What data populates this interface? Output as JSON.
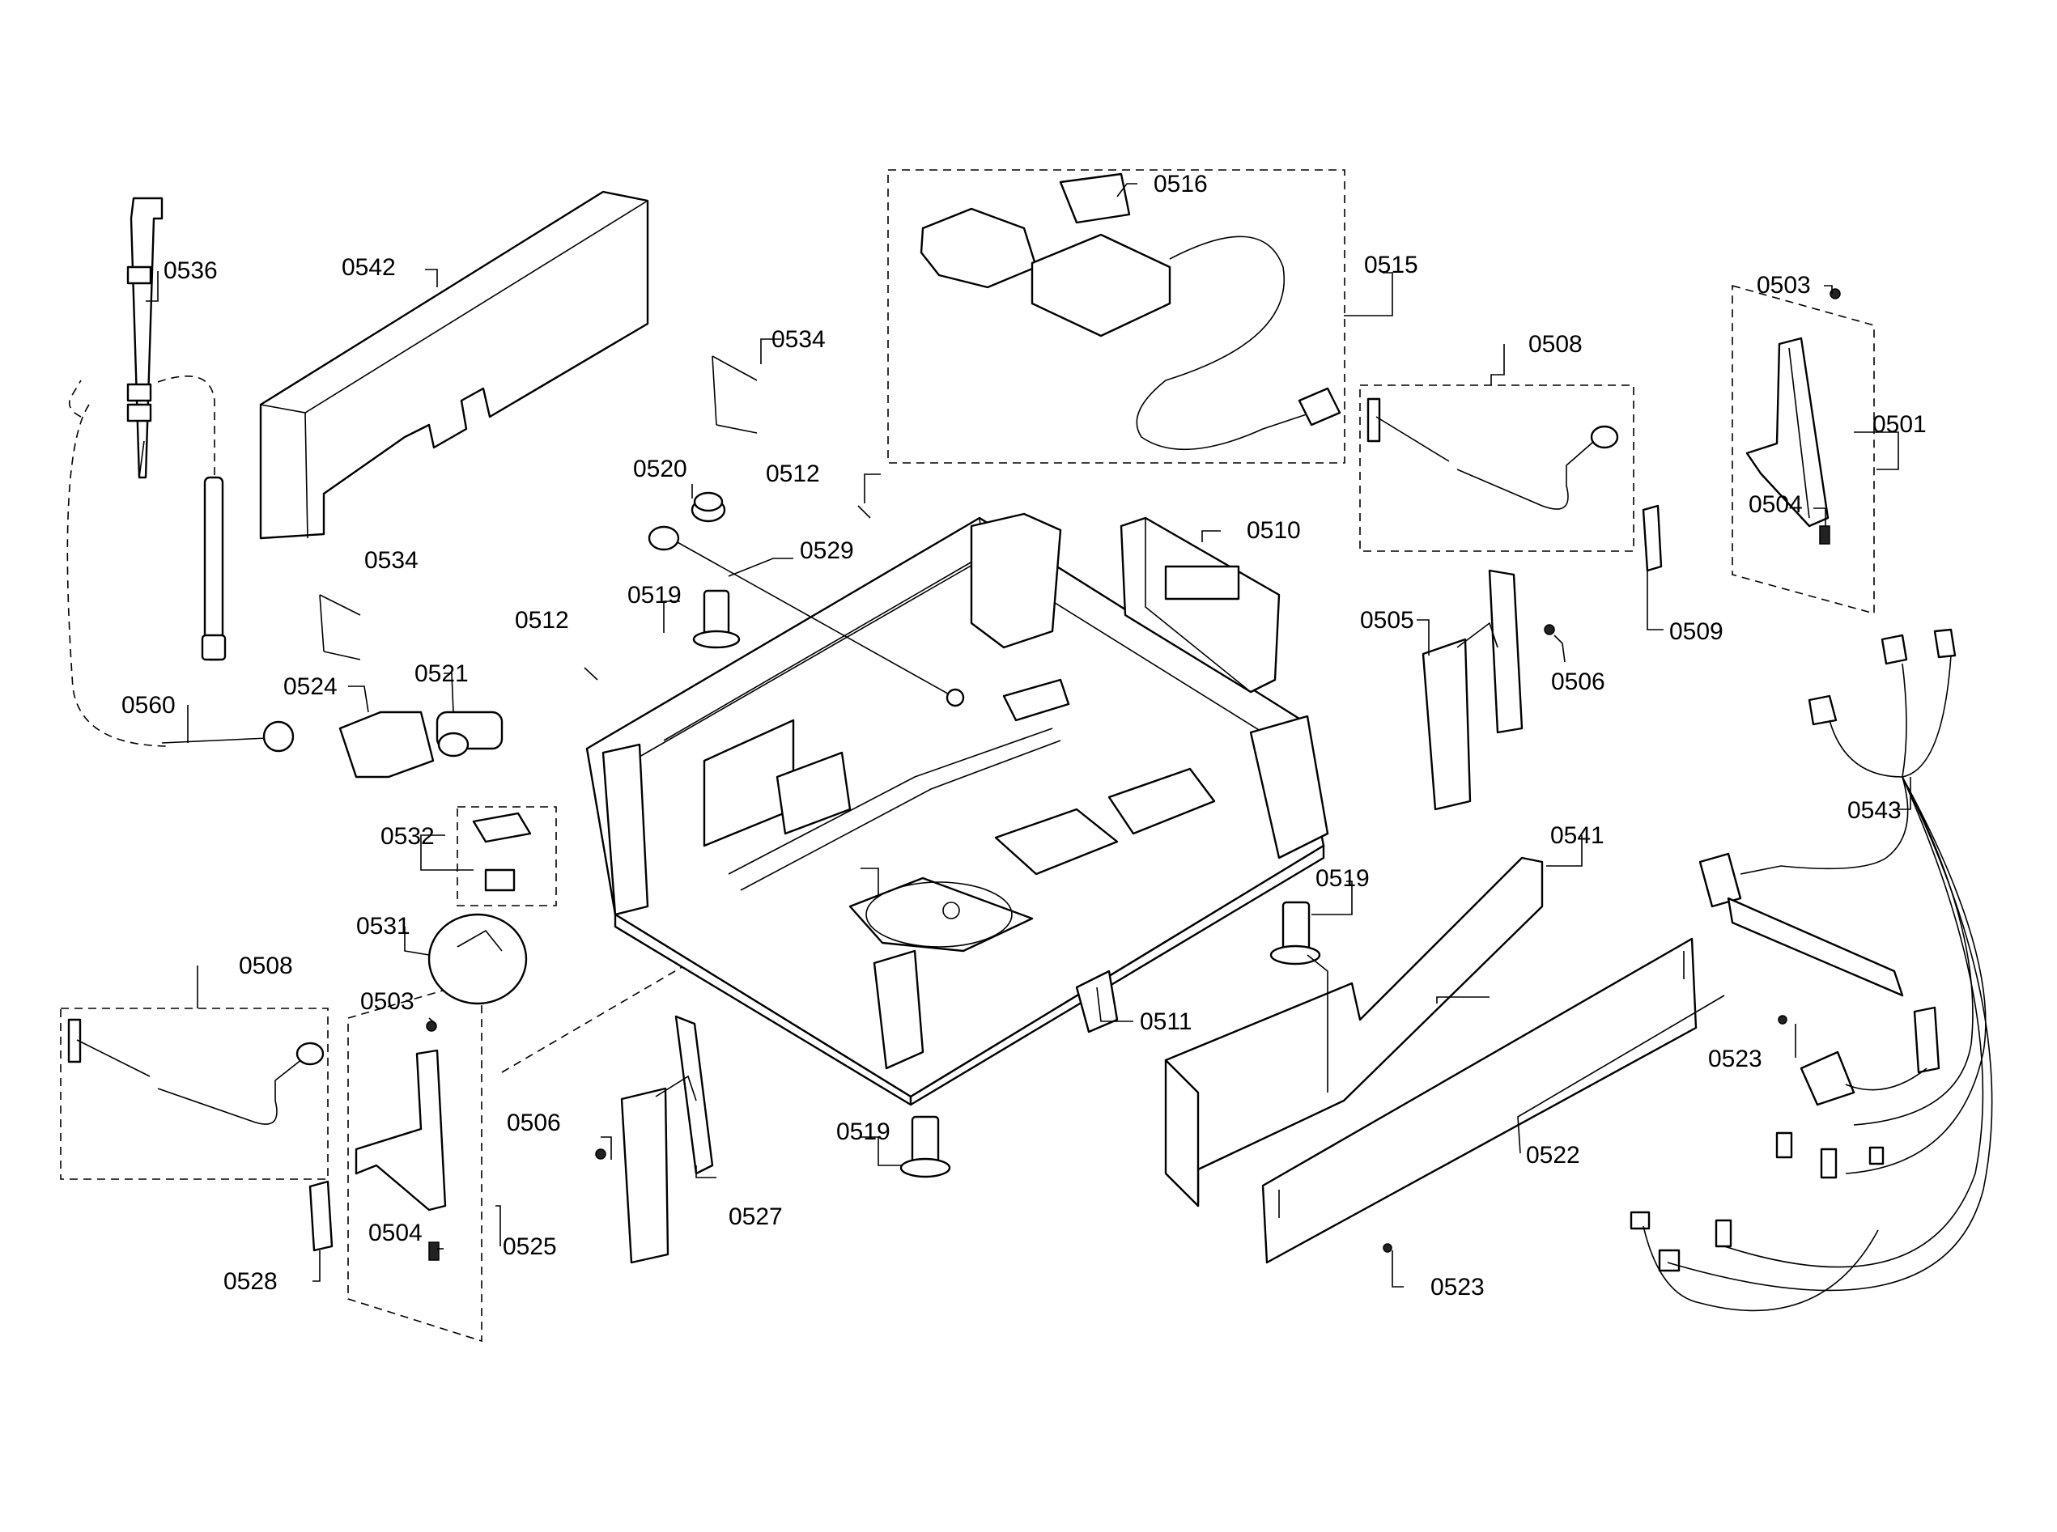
{
  "diagram": {
    "labels": {
      "p0536": "0536",
      "p0542": "0542",
      "p0534a": "0534",
      "p0534b": "0534",
      "p0520": "0520",
      "p0512a": "0512",
      "p0512b": "0512",
      "p0529": "0529",
      "p0519a": "0519",
      "p0519b": "0519",
      "p0519c": "0519",
      "p0516": "0516",
      "p0515": "0515",
      "p0508a": "0508",
      "p0508b": "0508",
      "p0510": "0510",
      "p0503a": "0503",
      "p0503b": "0503",
      "p0501": "0501",
      "p0504a": "0504",
      "p0504b": "0504",
      "p0509": "0509",
      "p0505": "0505",
      "p0506a": "0506",
      "p0506b": "0506",
      "p0560": "0560",
      "p0524": "0524",
      "p0521": "0521",
      "p0532": "0532",
      "p0531": "0531",
      "p0511": "0511",
      "p0541": "0541",
      "p0543": "0543",
      "p0523a": "0523",
      "p0523b": "0523",
      "p0522": "0522",
      "p0525": "0525",
      "p0527": "0527",
      "p0528": "0528"
    }
  }
}
